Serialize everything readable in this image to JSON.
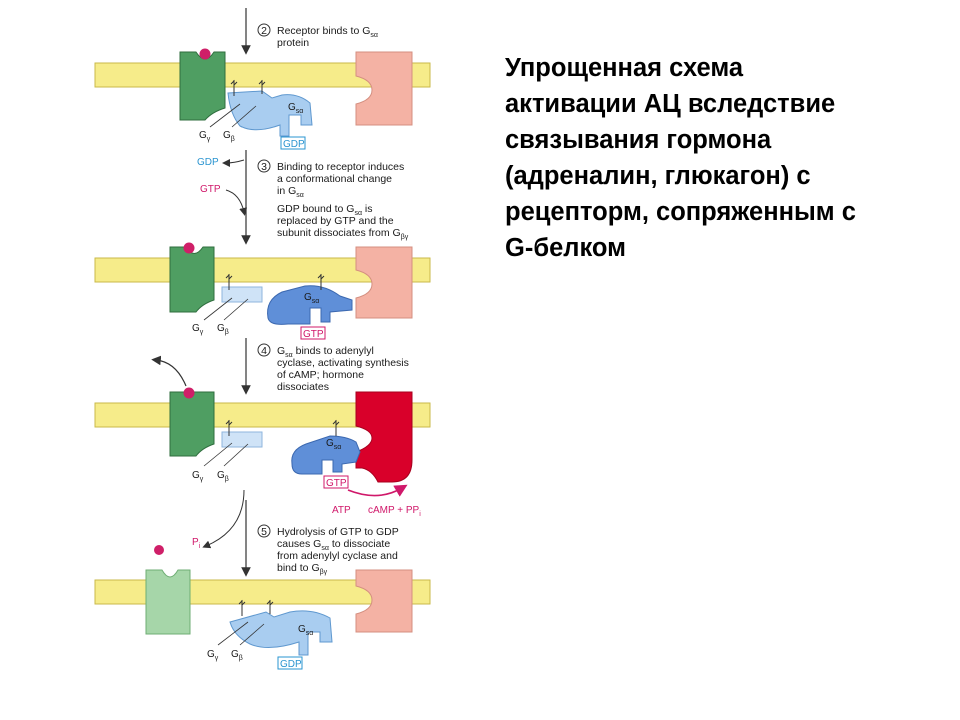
{
  "heading": {
    "lines": [
      "Упрощенная схема",
      "активации АЦ вследствие",
      "связывания гормона",
      "(адреналин, глюкагон) с",
      "рецепторм, сопряженным с",
      "G-белком"
    ]
  },
  "steps": [
    {
      "num": "2",
      "lines": [
        "Receptor binds to G",
        "protein"
      ],
      "sub": "sα"
    },
    {
      "num": "3",
      "lines": [
        "Binding to receptor induces",
        "a conformational change",
        "in G"
      ],
      "sub": "sα"
    },
    {
      "extra": true,
      "lines": [
        "GDP bound to G",
        "replaced by GTP and the",
        "subunit dissociates from G"
      ],
      "sub1": "sα",
      "tail1": " is",
      "sub3": "βγ"
    },
    {
      "num": "4",
      "lines": [
        "G",
        "cyclase, activating synthesis",
        "of cAMP; hormone",
        "dissociates"
      ],
      "sub": "sα",
      "tail": " binds to adenylyl"
    },
    {
      "num": "5",
      "lines": [
        "Hydrolysis of GTP to GDP",
        "causes G",
        "from adenylyl cyclase and",
        "bind to G"
      ],
      "sub2": "sα",
      "tail2": " to dissociate",
      "sub4": "βγ"
    }
  ],
  "labels": {
    "g_gamma": "G",
    "g_beta": "G",
    "g_s_alpha": "G",
    "sub_gamma": "γ",
    "sub_beta": "β",
    "sub_s_alpha": "sα",
    "gdp": "GDP",
    "gtp": "GTP",
    "atp": "ATP",
    "camp": "cAMP + PP",
    "camp_sub": "i",
    "pi": "P",
    "pi_sub": "i"
  },
  "colors": {
    "membrane": "#f6ec8a",
    "membrane_edge": "#c9b94a",
    "receptor": "#4f9e62",
    "receptor_light": "#a6d6a9",
    "hormone": "#cf1f68",
    "cyclase_inactive": "#f4b2a4",
    "cyclase_active": "#d9002a",
    "g_protein_light": "#a9cdf0",
    "g_alpha_active": "#5f8fd8",
    "gdp_blue": "#2a94d0",
    "gtp_pink": "#d0186a"
  }
}
